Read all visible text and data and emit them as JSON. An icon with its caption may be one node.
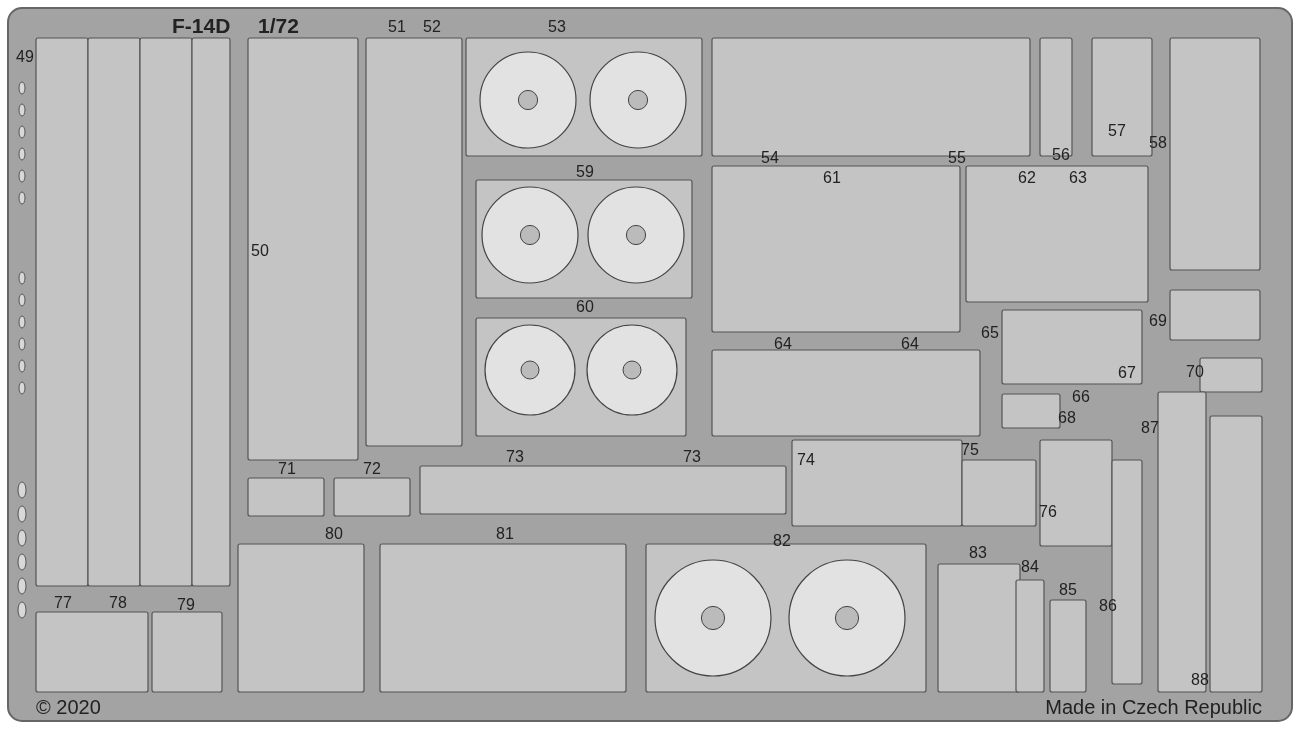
{
  "diagram": {
    "title": "F-14D",
    "labels": [
      "1/72",
      "49",
      "51",
      "52",
      "53",
      "50",
      "59",
      "54",
      "61",
      "55",
      "56",
      "62",
      "63",
      "57",
      "58",
      "60",
      "64",
      "64",
      "65",
      "69",
      "66",
      "67",
      "70",
      "68",
      "87",
      "73",
      "73",
      "74",
      "75",
      "71",
      "72",
      "76",
      "80",
      "81",
      "82",
      "83",
      "84",
      "85",
      "77",
      "78",
      "79",
      "86",
      "88",
      "© 2020",
      "Made in Czech Republic"
    ]
  }
}
